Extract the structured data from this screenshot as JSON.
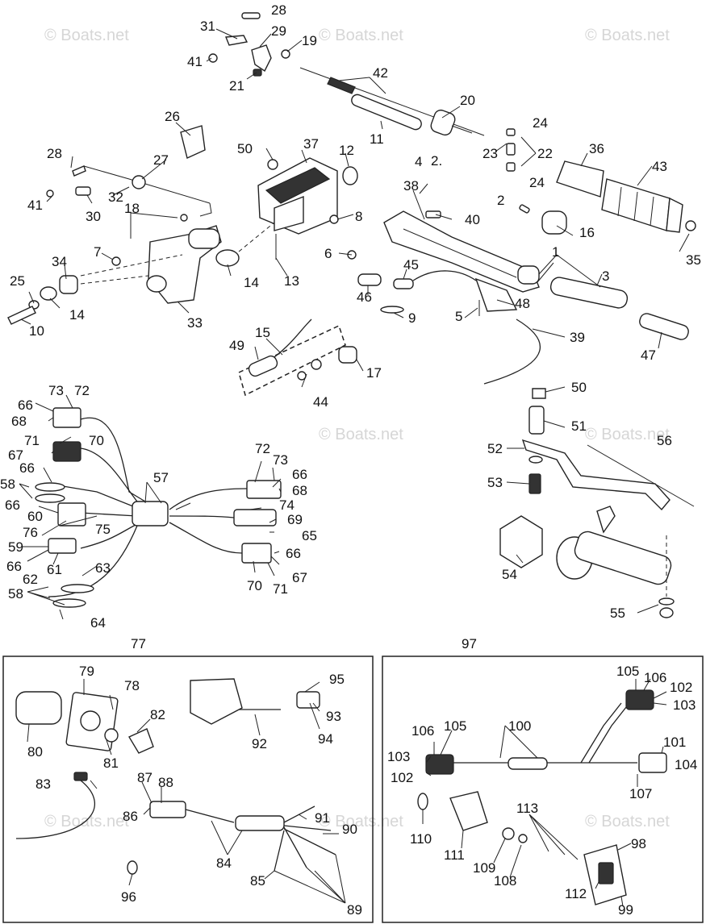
{
  "watermark": "© Boats.net",
  "callouts": [
    "1",
    "2",
    "3",
    "4",
    "5",
    "6",
    "7",
    "8",
    "9",
    "10",
    "11",
    "12",
    "13",
    "14",
    "15",
    "16",
    "17",
    "18",
    "19",
    "20",
    "21",
    "22",
    "23",
    "24",
    "25",
    "26",
    "27",
    "28",
    "29",
    "30",
    "31",
    "32",
    "33",
    "34",
    "35",
    "36",
    "37",
    "38",
    "39",
    "40",
    "41",
    "42",
    "43",
    "44",
    "45",
    "46",
    "47",
    "48",
    "49",
    "50",
    "51",
    "52",
    "53",
    "54",
    "55",
    "56",
    "57",
    "58",
    "59",
    "60",
    "61",
    "62",
    "63",
    "64",
    "65",
    "66",
    "67",
    "68",
    "69",
    "70",
    "71",
    "72",
    "73",
    "74",
    "75",
    "76",
    "77",
    "78",
    "79",
    "80",
    "81",
    "82",
    "83",
    "84",
    "85",
    "86",
    "87",
    "88",
    "89",
    "90",
    "91",
    "92",
    "93",
    "94",
    "95",
    "96",
    "97",
    "98",
    "99",
    "100",
    "101",
    "102",
    "103",
    "104",
    "105",
    "106",
    "107",
    "108",
    "109",
    "110",
    "111",
    "112",
    "113"
  ],
  "inset_left_title": "77",
  "inset_right_title": "97",
  "inline_mark": "2."
}
